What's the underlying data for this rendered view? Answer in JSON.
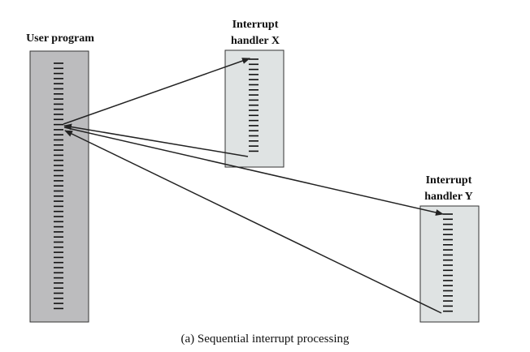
{
  "labels": {
    "user_program": "User program",
    "handler_x_line1": "Interrupt",
    "handler_x_line2": "handler X",
    "handler_y_line1": "Interrupt",
    "handler_y_line2": "handler Y"
  },
  "caption": "(a) Sequential interrupt processing",
  "colors": {
    "user_program_fill": "#bcbcbe",
    "handler_fill": "#dfe3e3",
    "stroke": "#222222"
  }
}
